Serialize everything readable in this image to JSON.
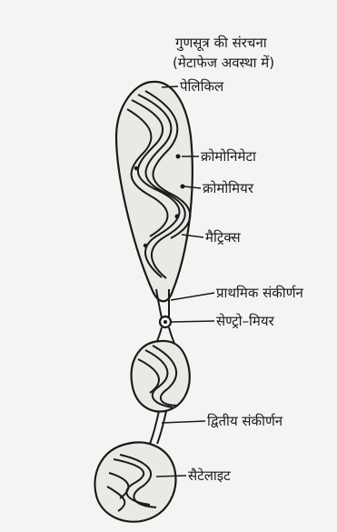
{
  "title": {
    "line1": "गुणसूत्र की संरचना",
    "line2": "(मेटाफेज अवस्था में)"
  },
  "labels": {
    "pellicle": "पेलिकिल",
    "chromonemata": "क्रोमोनिमेटा",
    "chromomere": "क्रोमोमियर",
    "matrix": "मैट्रिक्स",
    "primary_constriction": "प्राथमिक संकीर्णन",
    "centromere": "सेण्ट्रो–मियर",
    "secondary_constriction": "द्वितीय संकीर्णन",
    "satellite": "सैटेलाइट"
  },
  "colors": {
    "ink": "#1a1a1a",
    "paper": "#f4f4f2"
  }
}
